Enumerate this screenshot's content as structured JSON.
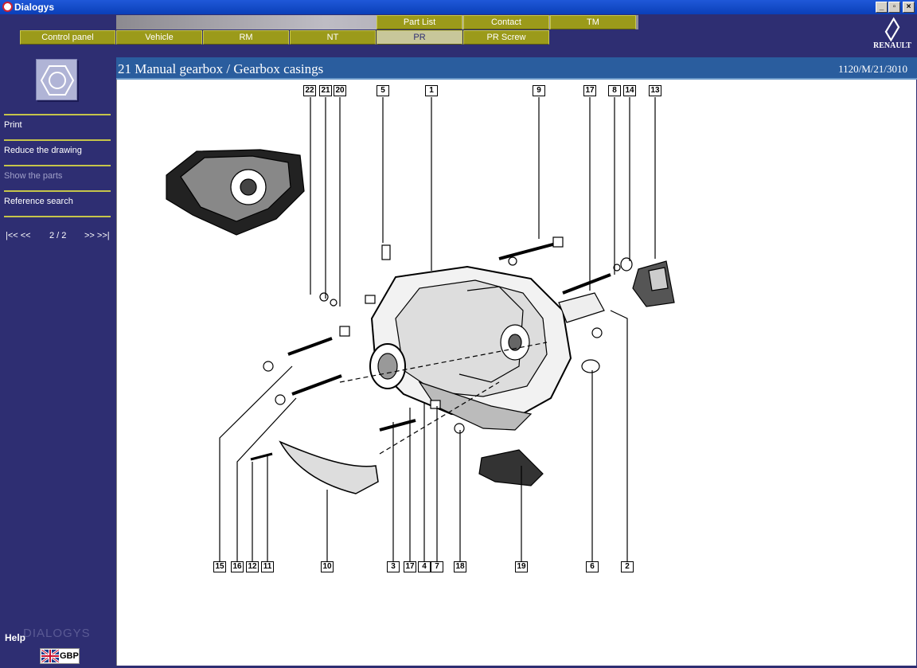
{
  "window": {
    "title": "Dialogys",
    "controls": [
      "_",
      "▫",
      "×"
    ]
  },
  "tabs_top": [
    "Part List",
    "Contact",
    "TM"
  ],
  "tabs_bottom": [
    "Control panel",
    "Vehicle",
    "RM",
    "NT",
    "PR",
    "PR Screw"
  ],
  "active_tab": "PR",
  "brand": "RENAULT",
  "sidebar": {
    "items": [
      {
        "label": "Print",
        "enabled": true
      },
      {
        "label": "Reduce the drawing",
        "enabled": true
      },
      {
        "label": "Show the parts",
        "enabled": false
      },
      {
        "label": "Reference search",
        "enabled": true
      }
    ],
    "pager": {
      "first_prev": "|<< <<",
      "page": "2 / 2",
      "next_last": ">> >>|"
    },
    "help": "Help",
    "watermark": "DIALOGYS",
    "currency": "GBP"
  },
  "content": {
    "title": "21 Manual gearbox / Gearbox casings",
    "reference": "1120/M/21/3010"
  },
  "callouts_top": [
    "22",
    "21",
    "20",
    "5",
    "1",
    "9",
    "17",
    "8",
    "14",
    "13"
  ],
  "callouts_bottom": [
    "15",
    "16",
    "12",
    "11",
    "10",
    "3",
    "17",
    "4",
    "7",
    "18",
    "19",
    "6",
    "2"
  ],
  "colors": {
    "background": "#2e2e72",
    "accent": "#9b9a1a",
    "heading": "#2a5d9e"
  }
}
